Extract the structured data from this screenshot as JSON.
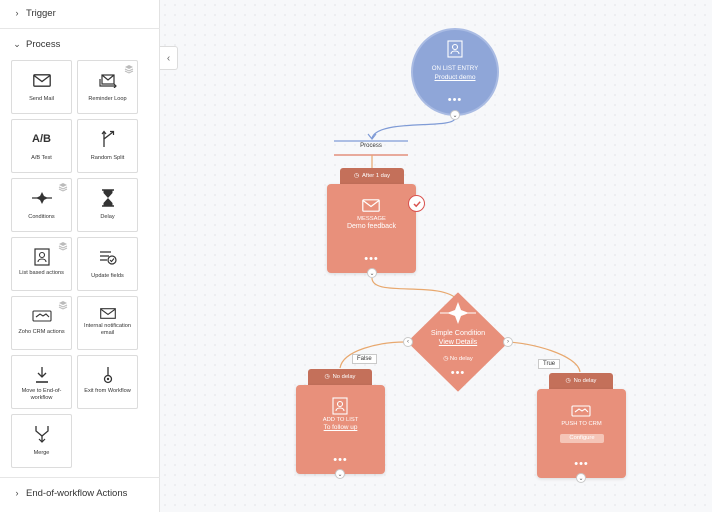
{
  "sidebar": {
    "trigger_label": "Trigger",
    "process_label": "Process",
    "end_label": "End-of-workflow Actions",
    "tiles": [
      {
        "label": "Send Mail",
        "icon": "envelope-icon"
      },
      {
        "label": "Reminder Loop",
        "icon": "reminder-loop-icon"
      },
      {
        "label": "A/B Test",
        "icon": "ab-test-icon"
      },
      {
        "label": "Random Split",
        "icon": "random-split-icon"
      },
      {
        "label": "Conditions",
        "icon": "conditions-icon"
      },
      {
        "label": "Delay",
        "icon": "hourglass-icon"
      },
      {
        "label": "List based actions",
        "icon": "list-actions-icon"
      },
      {
        "label": "Update fields",
        "icon": "update-fields-icon"
      },
      {
        "label": "Zoho CRM actions",
        "icon": "crm-handshake-icon"
      },
      {
        "label": "Internal notification email",
        "icon": "notification-email-icon"
      },
      {
        "label": "Move to End-of-workflow",
        "icon": "move-to-end-icon"
      },
      {
        "label": "Exit from Workflow",
        "icon": "exit-icon"
      },
      {
        "label": "Merge",
        "icon": "merge-icon"
      }
    ],
    "ab_text": "A/B"
  },
  "canvas": {
    "start": {
      "title": "ON LIST ENTRY",
      "link": "Product demo",
      "dots": "•••"
    },
    "process_label": "Process",
    "message": {
      "delay": "After 1 day",
      "title": "MESSAGE",
      "subtitle": "Demo feedback",
      "dots": "•••"
    },
    "condition": {
      "title": "Simple Condition",
      "link": "View Details",
      "delay": "No delay",
      "dots": "•••"
    },
    "false_tag": "False",
    "true_tag": "True",
    "add_list": {
      "delay": "No delay",
      "title": "ADD TO LIST",
      "link": "To follow up",
      "dots": "•••"
    },
    "crm": {
      "delay": "No delay",
      "title": "PUSH TO CRM",
      "button": "Configure",
      "dots": "•••"
    }
  },
  "colors": {
    "start_node": "#8fa6d8",
    "action_card": "#e8907b",
    "delay_tab": "#c4705a",
    "connector_line": "#e8a86e",
    "blue_line": "#7f9bd6",
    "error_badge": "#d9534f"
  }
}
